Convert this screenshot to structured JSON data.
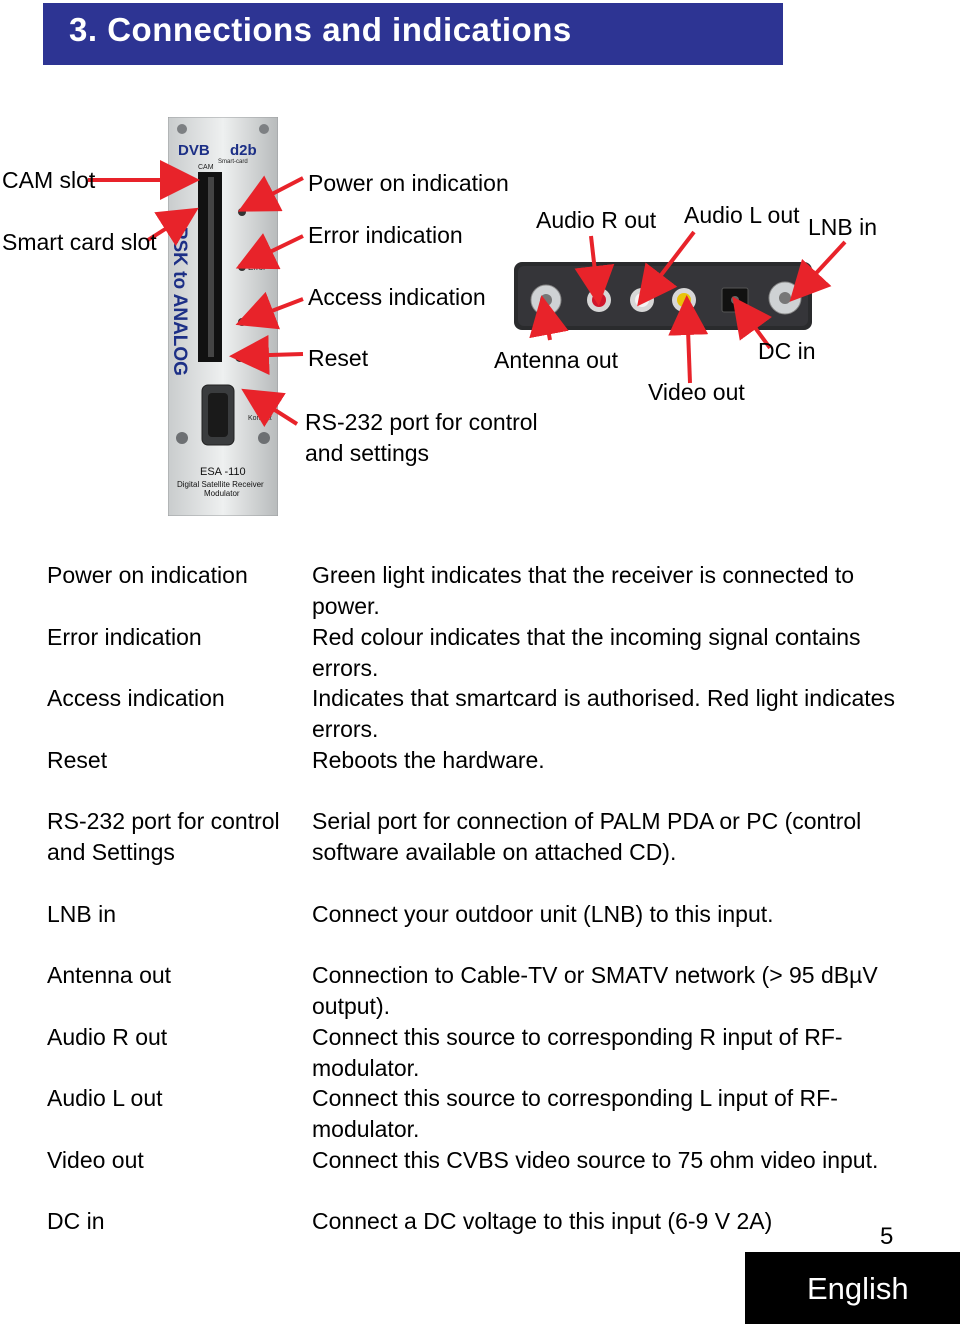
{
  "section": {
    "number": "3.",
    "title": "Connections and indications"
  },
  "front_panel": {
    "logo_left": "DVB",
    "logo_right": "d2b",
    "slot_labels": [
      "CAM",
      "Smart-card"
    ],
    "vertical_text": "QPSK to ANALOG",
    "panel_labels": [
      "Error",
      "Access",
      "Reset",
      "Kontakt"
    ],
    "model": "ESA -110",
    "model_desc_line1": "Digital Satellite Receiver",
    "model_desc_line2": "Modulator"
  },
  "callouts": {
    "cam_slot": "CAM slot",
    "smart_card_slot": "Smart card slot",
    "power_on": "Power on indication",
    "error": "Error indication",
    "access": "Access indication",
    "reset": "Reset",
    "rs232_line1": "RS-232 port for control",
    "rs232_line2": "and settings",
    "audio_r": "Audio R out",
    "audio_l": "Audio L out",
    "lnb_in": "LNB in",
    "antenna_out": "Antenna out",
    "video_out": "Video out",
    "dc_in": "DC in"
  },
  "descriptions": [
    {
      "term": "Power on indication",
      "text": "Green light indicates that the receiver is connected to power."
    },
    {
      "term": "Error indication",
      "text": "Red colour indicates that the incoming signal contains errors."
    },
    {
      "term": "Access indication",
      "text": "Indicates that smartcard is authorised. Red light indicates errors."
    },
    {
      "term": "Reset",
      "text": "Reboots the hardware."
    },
    {
      "term": "RS-232 port for control and Settings",
      "text": "Serial port for connection of PALM PDA or PC (control software available on attached CD)."
    },
    {
      "term": "LNB in",
      "text": "Connect your outdoor unit (LNB) to this input."
    },
    {
      "term": "Antenna out",
      "text": "Connection to Cable-TV or SMATV network (> 95 dBµV output)."
    },
    {
      "term": "Audio R out",
      "text": "Connect this source to corresponding R input of RF-modulator."
    },
    {
      "term": "Audio L out",
      "text": "Connect this source to corresponding L input of RF-modulator."
    },
    {
      "term": "Video out",
      "text": "Connect this CVBS video source to 75 ohm video input."
    },
    {
      "term": "DC in",
      "text": "Connect a DC voltage to this input (6-9 V 2A)"
    }
  ],
  "page_number": "5",
  "language": "English",
  "colors": {
    "header_bg": "#2d3493",
    "arrow": "#e8232a",
    "panel_blue": "#1c2f86"
  }
}
